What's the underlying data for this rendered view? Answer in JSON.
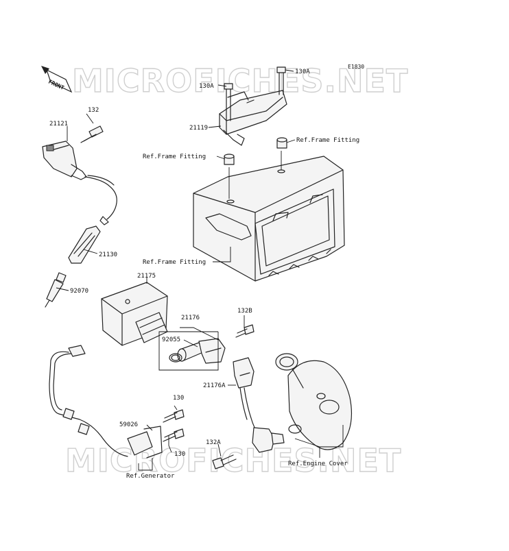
{
  "diagram_code": "E1830",
  "watermark_text": "MICROFICHES.NET",
  "front_arrow_label": "FRONT",
  "labels": {
    "p21121": "21121",
    "p132": "132",
    "p21130": "21130",
    "p92070": "92070",
    "p130A_left": "130A",
    "p130A_right": "130A",
    "p21119": "21119",
    "ref_frame_right": "Ref.Frame Fitting",
    "ref_frame_left": "Ref.Frame Fitting",
    "ref_frame_bottom": "Ref.Frame Fitting",
    "p21175": "21175",
    "p21176": "21176",
    "p132B": "132B",
    "p92055": "92055",
    "p21176A": "21176A",
    "p130_upper": "130",
    "p130_lower": "130",
    "p59026": "59026",
    "p132A": "132A",
    "ref_generator": "Ref.Generator",
    "ref_engine_cover": "Ref.Engine Cover"
  }
}
